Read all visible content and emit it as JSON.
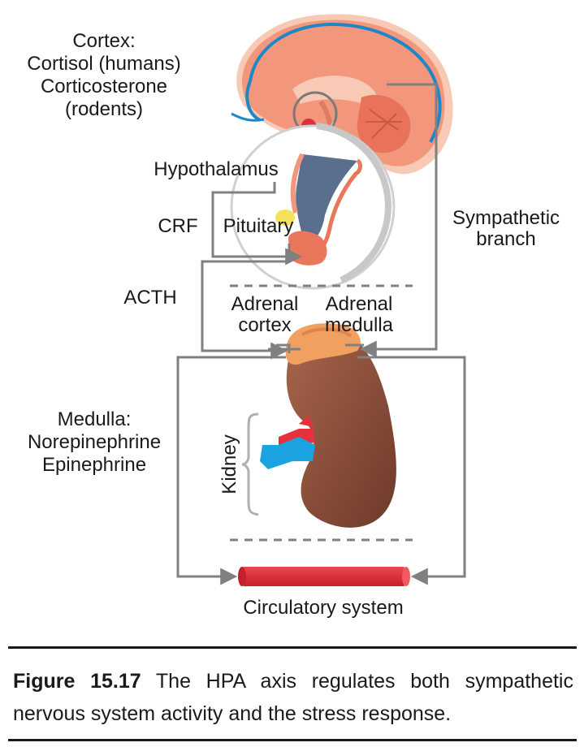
{
  "labels": {
    "cortex": [
      "Cortex:",
      "Cortisol (humans)",
      "Corticosterone",
      "(rodents)"
    ],
    "hypothalamus": "Hypothalamus",
    "crf": "CRF",
    "pituitary": "Pituitary",
    "acth": "ACTH",
    "sympathetic": [
      "Sympathetic",
      "branch"
    ],
    "adrenal_cortex": [
      "Adrenal",
      "cortex"
    ],
    "adrenal_medulla": [
      "Adrenal",
      "medulla"
    ],
    "medulla": [
      "Medulla:",
      "Norepinephrine",
      "Epinephrine"
    ],
    "kidney": "Kidney",
    "circulatory": "Circulatory system"
  },
  "caption": {
    "number": "Figure 15.17",
    "text": " The HPA axis regulates both sympathetic nervous system activity and the stress response."
  },
  "colors": {
    "brain": "#f2977b",
    "brain_light": "#f8c9b4",
    "cortex_line": "#1f86c8",
    "hypothalamus": "#5a6f8e",
    "pituitary": "#e9775c",
    "adrenal": "#f0a060",
    "kidney": "#8f4f3a",
    "artery": "#e8313c",
    "vein": "#1aa3e0",
    "arrow": "#808080"
  }
}
